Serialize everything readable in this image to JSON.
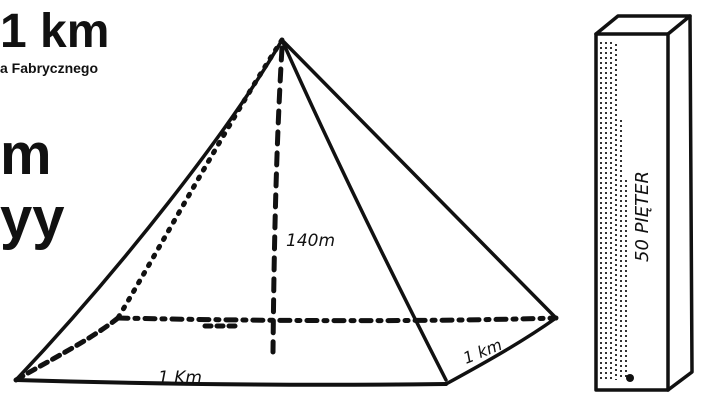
{
  "headline": "1 km",
  "subline": "a Fabrycznego",
  "big_lines": [
    "m",
    "yy"
  ],
  "diagram": {
    "height_label": "140m",
    "base_front_label": "1 Km",
    "base_side_label": "1 km",
    "tower_label": "50 PIĘTER"
  }
}
